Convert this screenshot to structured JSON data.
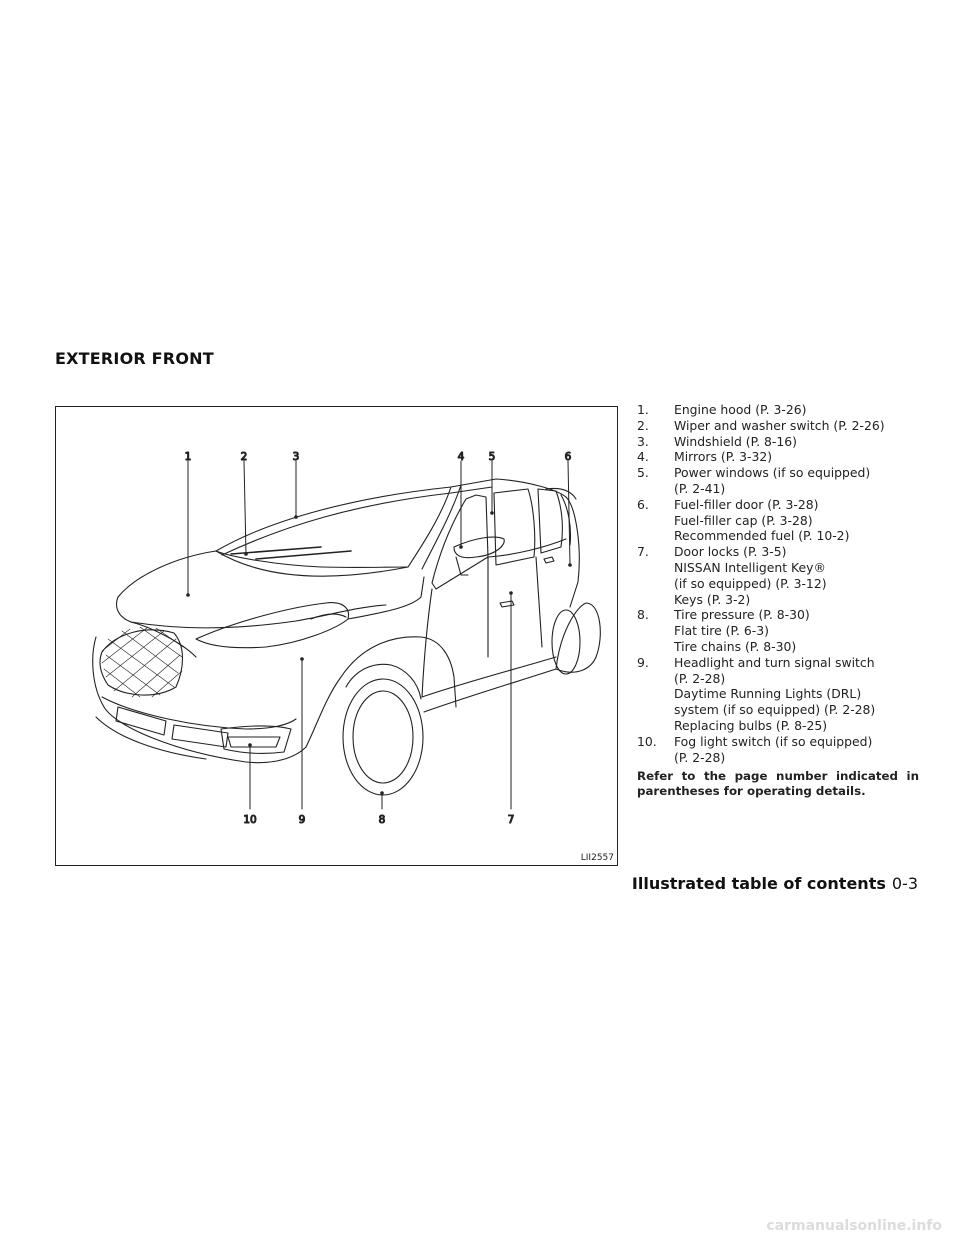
{
  "section_title": "EXTERIOR FRONT",
  "figure": {
    "code": "LII2557",
    "callouts": [
      "1",
      "2",
      "3",
      "4",
      "5",
      "6",
      "7",
      "8",
      "9",
      "10"
    ]
  },
  "legend": [
    {
      "num": "1.",
      "lines": [
        "Engine hood (P. 3-26)"
      ]
    },
    {
      "num": "2.",
      "lines": [
        "Wiper and washer switch (P. 2-26)"
      ]
    },
    {
      "num": "3.",
      "lines": [
        "Windshield (P. 8-16)"
      ]
    },
    {
      "num": "4.",
      "lines": [
        "Mirrors (P. 3-32)"
      ]
    },
    {
      "num": "5.",
      "lines": [
        "Power windows (if so equipped)",
        "(P. 2-41)"
      ]
    },
    {
      "num": "6.",
      "lines": [
        "Fuel-filler door (P. 3-28)",
        "Fuel-filler cap (P. 3-28)",
        "Recommended fuel (P. 10-2)"
      ]
    },
    {
      "num": "7.",
      "lines": [
        "Door locks (P. 3-5)",
        "NISSAN Intelligent Key®",
        "(if so equipped) (P. 3-12)",
        "Keys (P. 3-2)"
      ]
    },
    {
      "num": "8.",
      "lines": [
        "Tire pressure (P. 8-30)",
        "Flat tire (P. 6-3)",
        "Tire chains (P. 8-30)"
      ]
    },
    {
      "num": "9.",
      "lines": [
        "Headlight and turn signal switch",
        "(P. 2-28)",
        "Daytime Running Lights (DRL)",
        "system (if so equipped) (P. 2-28)",
        "Replacing bulbs (P. 8-25)"
      ]
    },
    {
      "num": "10.",
      "lines": [
        "Fog light switch (if so equipped)",
        "(P. 2-28)"
      ]
    }
  ],
  "note": "Refer to the page number indicated in parentheses for operating details.",
  "footer": {
    "label": "Illustrated table of contents",
    "page": "0-3"
  },
  "watermark": "carmanualsonline.info"
}
